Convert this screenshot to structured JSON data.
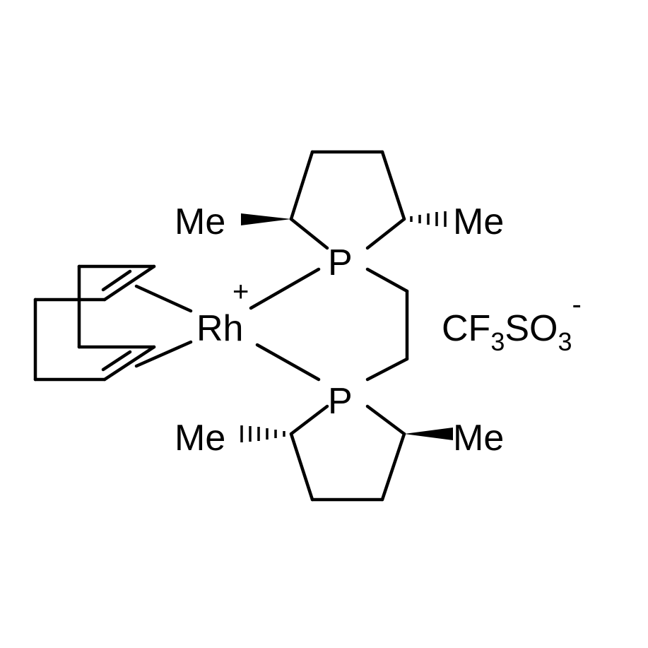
{
  "structure": {
    "metal": "Rh",
    "metal_charge": "+",
    "phosphorus_top": "P",
    "phosphorus_bottom": "P",
    "methyl_top_left": "Me",
    "methyl_top_right": "Me",
    "methyl_bottom_left": "Me",
    "methyl_bottom_right": "Me"
  },
  "counterion": {
    "part1": "CF",
    "sub1": "3",
    "part2": "SO",
    "sub2": "3",
    "charge": "-"
  },
  "colors": {
    "ink": "#000000",
    "background": "#ffffff"
  }
}
